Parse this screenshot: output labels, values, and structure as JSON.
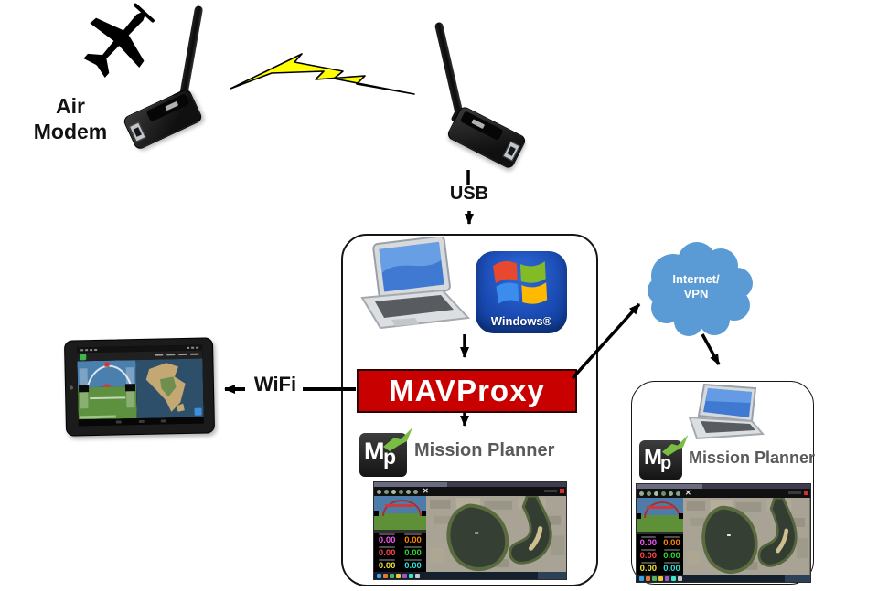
{
  "labels": {
    "air_line1": "Air",
    "air_line2": "Modem",
    "usb": "USB",
    "wifi": "WiFi",
    "mavproxy": "MAVProxy",
    "cloud_line1": "Internet/",
    "cloud_line2": "VPN",
    "windows": "Windows®",
    "mission_planner": "Mission Planner",
    "mp_logo_m": "M",
    "mp_logo_p": "p",
    "toolbar_close": "✕"
  },
  "colors": {
    "bolt_yellow": "#FFFF00",
    "mavproxy_red": "#C90000",
    "cloud_blue": "#5B9BD5",
    "mp_green": "#79BE43"
  },
  "mpshot": {
    "values": [
      "0.00",
      "0.00",
      "0.00",
      "0.00",
      "0.00",
      "0.00"
    ],
    "value_colors": [
      "#F655F6",
      "#FF8400",
      "#FF4545",
      "#2FD42F",
      "#EFE23A",
      "#2EE0DE"
    ]
  }
}
